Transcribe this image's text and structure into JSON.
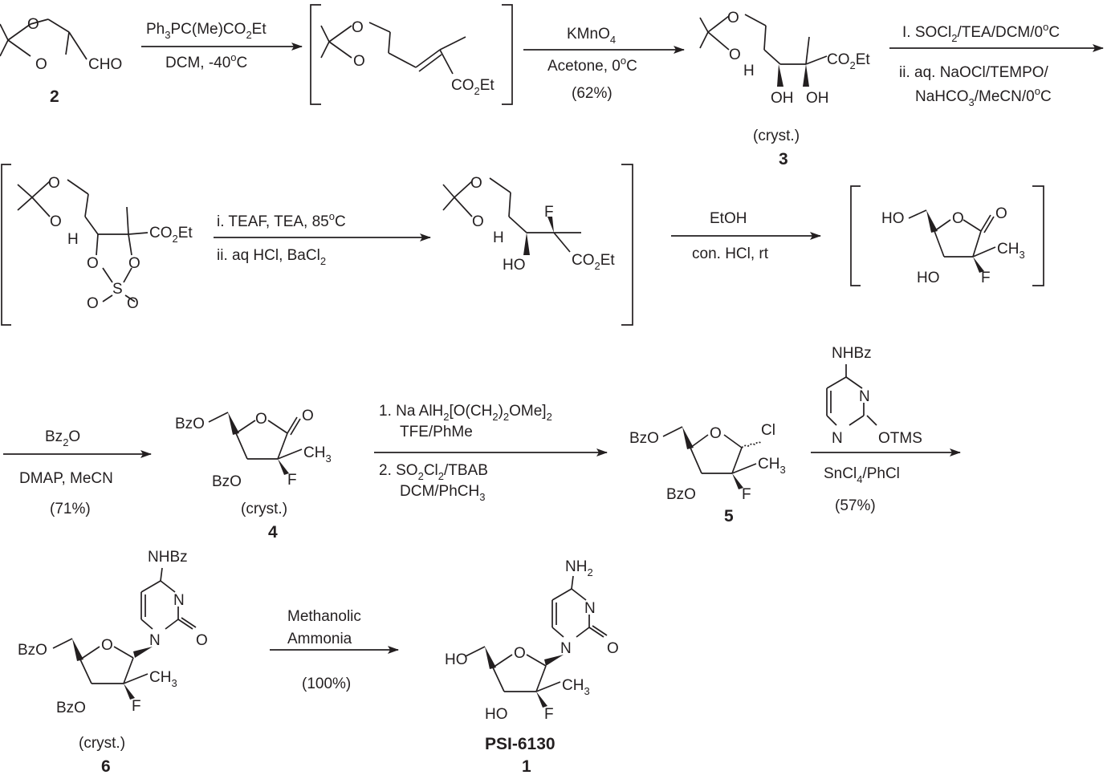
{
  "compounds": {
    "c2": {
      "number": "2",
      "cho": "CHO"
    },
    "c3": {
      "number": "3",
      "note": "(cryst.)",
      "co2et": "CO",
      "co2et_sub": "2",
      "co2et_tail": "Et",
      "h": "H",
      "oh1": "OH",
      "oh2": "OH"
    },
    "c4": {
      "number": "4",
      "note": "(cryst.)"
    },
    "c5": {
      "number": "5",
      "cl": "Cl"
    },
    "c6": {
      "number": "6",
      "note": "(cryst.)"
    },
    "c1": {
      "number": "1",
      "name": "PSI-6130"
    }
  },
  "atoms": {
    "O": "O",
    "H": "H",
    "F": "F",
    "S": "S",
    "N": "N",
    "HO": "HO",
    "BzO": "BzO",
    "CH3": "CH",
    "sub3": "3",
    "sub2": "2",
    "NHBz": "NHBz",
    "NH": "NH",
    "OTMS": "OTMS",
    "Et": "Et",
    "CO": "CO"
  },
  "steps": {
    "s1": {
      "top": "Ph",
      "top_sub": "3",
      "top_tail": "PC(Me)CO",
      "top_sub2": "2",
      "top_tail2": "Et",
      "bottom": "DCM, -40",
      "bottom_sup": "o",
      "bottom_tail": "C"
    },
    "s2": {
      "top": "KMnO",
      "top_sub": "4",
      "mid": "Acetone, 0",
      "mid_sup": "o",
      "mid_tail": "C",
      "yield": "(62%)"
    },
    "s3": {
      "line1": "I. SOCl",
      "line1_sub": "2",
      "line1_tail": "/TEA/DCM/0",
      "line1_sup": "o",
      "line1_end": "C",
      "line2": "ii. aq. NaOCl/TEMPO/",
      "line3": "NaHCO",
      "line3_sub": "3",
      "line3_tail": "/MeCN/0",
      "line3_sup": "o",
      "line3_end": "C"
    },
    "s4": {
      "line1": "i. TEAF, TEA, 85",
      "line1_sup": "o",
      "line1_end": "C",
      "line2": "ii. aq HCl, BaCl",
      "line2_sub": "2"
    },
    "s5": {
      "top": "EtOH",
      "bottom": "con. HCl, rt"
    },
    "s6": {
      "top": "Bz",
      "top_sub": "2",
      "top_tail": "O",
      "bottom": "DMAP, MeCN",
      "yield": "(71%)"
    },
    "s7": {
      "line1": "1. Na AlH",
      "line1_sub": "2",
      "line1_mid": "[O(CH",
      "line1_sub2": "2",
      "line1_mid2": ")",
      "line1_sub3": "2",
      "line1_end": "OMe]",
      "line1_sub4": "2",
      "line2": "TFE/PhMe",
      "line3": "2. SO",
      "line3_sub": "2",
      "line3_mid": "Cl",
      "line3_sub2": "2",
      "line3_end": "/TBAB",
      "line4": "DCM/PhCH",
      "line4_sub": "3"
    },
    "s8": {
      "reagent": "SnCl",
      "reagent_sub": "4",
      "reagent_tail": "/PhCl",
      "yield": "(57%)"
    },
    "s9": {
      "line1": "Methanolic",
      "line2": "Ammonia",
      "yield": "(100%)"
    }
  }
}
